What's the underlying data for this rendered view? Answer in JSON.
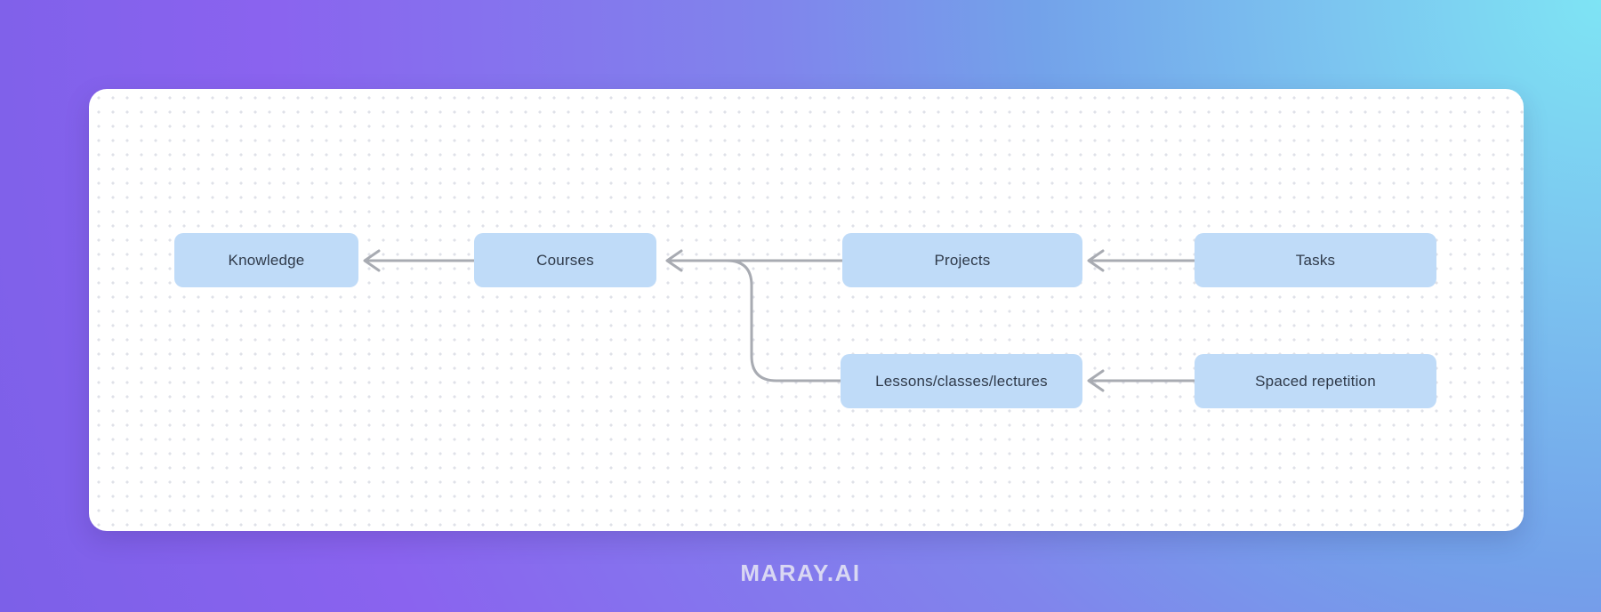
{
  "page": {
    "watermark": "MARAY.AI"
  },
  "canvas": {
    "nodes": [
      {
        "id": "knowledge",
        "label": "Knowledge"
      },
      {
        "id": "courses",
        "label": "Courses"
      },
      {
        "id": "projects",
        "label": "Projects"
      },
      {
        "id": "tasks",
        "label": "Tasks"
      },
      {
        "id": "lessons",
        "label": "Lessons/classes/lectures"
      },
      {
        "id": "spaced-repetition",
        "label": "Spaced repetition"
      }
    ],
    "edges": [
      {
        "from": "courses",
        "to": "knowledge"
      },
      {
        "from": "projects",
        "to": "courses"
      },
      {
        "from": "lessons",
        "to": "courses"
      },
      {
        "from": "tasks",
        "to": "projects"
      },
      {
        "from": "spaced-repetition",
        "to": "lessons"
      }
    ],
    "colors": {
      "node_fill": "#bfdbf8",
      "node_text": "#2f3a4a",
      "edge": "#a8abb2",
      "card_bg": "#ffffff",
      "dot": "#dfe1e8",
      "gradient_top_left": "#8a63ef",
      "gradient_top_right": "#7ee4f4",
      "gradient_bottom_left": "#7c60e8",
      "gradient_bottom_right": "#7096ea",
      "watermark_text": "#e3e2f4"
    }
  }
}
